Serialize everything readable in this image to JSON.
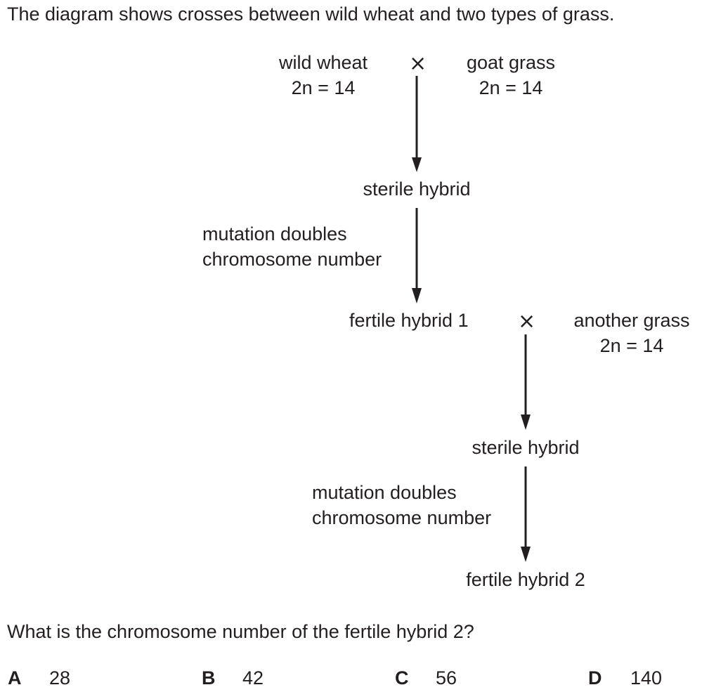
{
  "question": {
    "intro": "The diagram shows crosses between wild wheat and two types of grass.",
    "prompt": "What is the chromosome number of the fertile hybrid 2?"
  },
  "diagram": {
    "cross_symbol": "×",
    "parent1": {
      "name": "wild wheat",
      "chromosomes": "2n = 14"
    },
    "parent2": {
      "name": "goat grass",
      "chromosomes": "2n = 14"
    },
    "sterile_hybrid_1": "sterile hybrid",
    "mutation_1": {
      "line1": "mutation doubles",
      "line2": "chromosome number"
    },
    "fertile_hybrid_1": "fertile hybrid 1",
    "parent3": {
      "name": "another grass",
      "chromosomes": "2n = 14"
    },
    "sterile_hybrid_2": "sterile hybrid",
    "mutation_2": {
      "line1": "mutation doubles",
      "line2": "chromosome number"
    },
    "fertile_hybrid_2": "fertile hybrid 2"
  },
  "options": [
    {
      "letter": "A",
      "value": "28"
    },
    {
      "letter": "B",
      "value": "42"
    },
    {
      "letter": "C",
      "value": "56"
    },
    {
      "letter": "D",
      "value": "140"
    }
  ]
}
